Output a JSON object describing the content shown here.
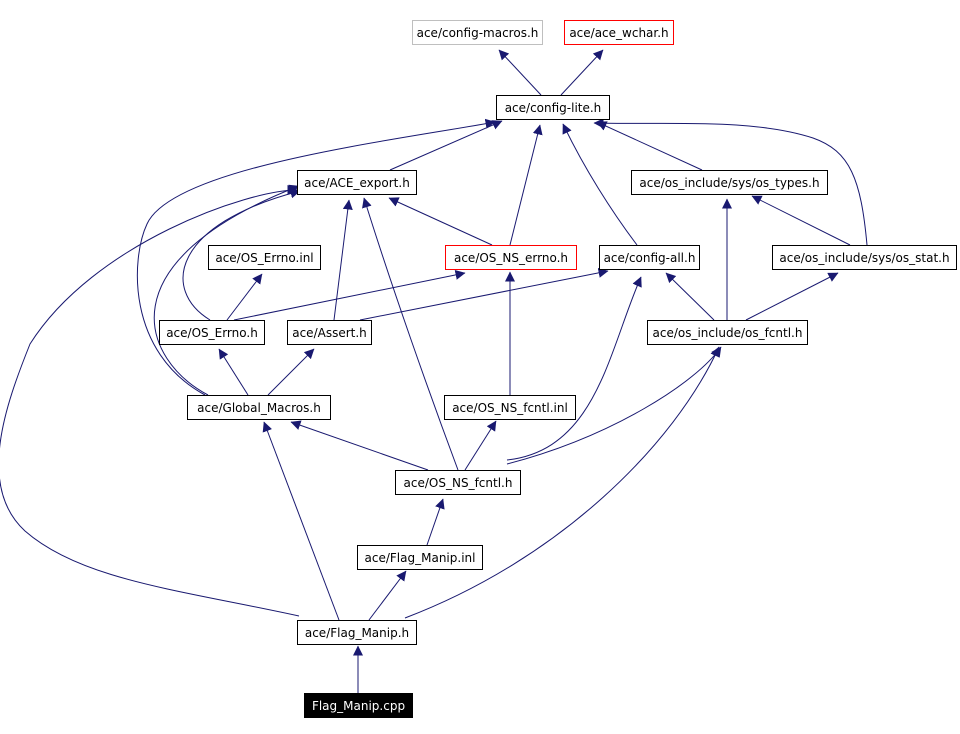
{
  "colors": {
    "edge": "#191970",
    "border_default": "#000000",
    "border_red": "#ff0000",
    "border_gray": "#bfbfbf",
    "root_fill": "#000000",
    "root_text": "#ffffff",
    "text": "#000000"
  },
  "nodes": {
    "config_macros": {
      "label": "ace/config-macros.h",
      "style": "gray"
    },
    "ace_wchar": {
      "label": "ace/ace_wchar.h",
      "style": "red"
    },
    "config_lite": {
      "label": "ace/config-lite.h",
      "style": "default"
    },
    "ace_export": {
      "label": "ace/ACE_export.h",
      "style": "default"
    },
    "os_types": {
      "label": "ace/os_include/sys/os_types.h",
      "style": "default"
    },
    "os_errno_inl": {
      "label": "ace/OS_Errno.inl",
      "style": "default"
    },
    "os_ns_errno": {
      "label": "ace/OS_NS_errno.h",
      "style": "red"
    },
    "config_all": {
      "label": "ace/config-all.h",
      "style": "default"
    },
    "os_stat": {
      "label": "ace/os_include/sys/os_stat.h",
      "style": "default"
    },
    "os_errno_h": {
      "label": "ace/OS_Errno.h",
      "style": "default"
    },
    "assert": {
      "label": "ace/Assert.h",
      "style": "default"
    },
    "os_fcntl": {
      "label": "ace/os_include/os_fcntl.h",
      "style": "default"
    },
    "global_macros": {
      "label": "ace/Global_Macros.h",
      "style": "default"
    },
    "os_ns_fcntl_inl": {
      "label": "ace/OS_NS_fcntl.inl",
      "style": "default"
    },
    "os_ns_fcntl_h": {
      "label": "ace/OS_NS_fcntl.h",
      "style": "default"
    },
    "flag_manip_inl": {
      "label": "ace/Flag_Manip.inl",
      "style": "default"
    },
    "flag_manip_h": {
      "label": "ace/Flag_Manip.h",
      "style": "default"
    },
    "flag_manip_cpp": {
      "label": "Flag_Manip.cpp",
      "style": "root"
    }
  },
  "edges": [
    [
      "config_lite",
      "config_macros"
    ],
    [
      "config_lite",
      "ace_wchar"
    ],
    [
      "ace_export",
      "config_lite"
    ],
    [
      "os_ns_errno",
      "config_lite"
    ],
    [
      "config_all",
      "config_lite"
    ],
    [
      "os_types",
      "config_lite"
    ],
    [
      "os_stat",
      "config_lite"
    ],
    [
      "os_errno_h",
      "os_errno_inl"
    ],
    [
      "os_errno_h",
      "ace_export"
    ],
    [
      "os_errno_h",
      "os_ns_errno"
    ],
    [
      "assert",
      "ace_export"
    ],
    [
      "assert",
      "config_all"
    ],
    [
      "os_ns_errno",
      "ace_export"
    ],
    [
      "os_stat",
      "os_types"
    ],
    [
      "os_fcntl",
      "os_types"
    ],
    [
      "os_fcntl",
      "os_stat"
    ],
    [
      "os_fcntl",
      "config_all"
    ],
    [
      "global_macros",
      "os_errno_h"
    ],
    [
      "global_macros",
      "assert"
    ],
    [
      "global_macros",
      "ace_export"
    ],
    [
      "global_macros",
      "config_lite"
    ],
    [
      "os_ns_fcntl_inl",
      "os_ns_errno"
    ],
    [
      "os_ns_fcntl_h",
      "os_ns_fcntl_inl"
    ],
    [
      "os_ns_fcntl_h",
      "global_macros"
    ],
    [
      "os_ns_fcntl_h",
      "ace_export"
    ],
    [
      "os_ns_fcntl_h",
      "config_all"
    ],
    [
      "os_ns_fcntl_h",
      "os_fcntl"
    ],
    [
      "flag_manip_inl",
      "os_ns_fcntl_h"
    ],
    [
      "flag_manip_h",
      "flag_manip_inl"
    ],
    [
      "flag_manip_h",
      "global_macros"
    ],
    [
      "flag_manip_h",
      "os_fcntl"
    ],
    [
      "flag_manip_h",
      "ace_export"
    ],
    [
      "flag_manip_cpp",
      "flag_manip_h"
    ]
  ]
}
